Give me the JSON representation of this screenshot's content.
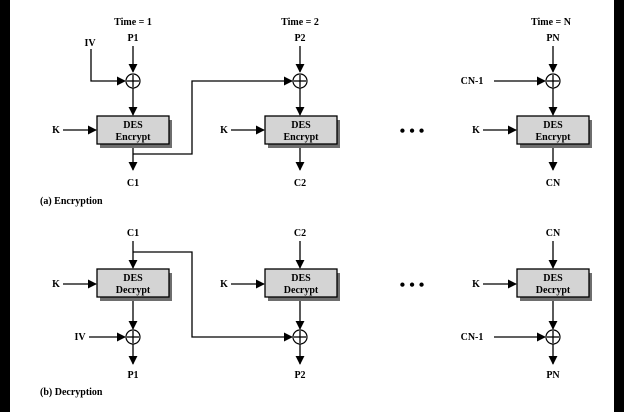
{
  "encryption": {
    "times": [
      "Time = 1",
      "Time = 2",
      "Time = N"
    ],
    "plaintext": [
      "P1",
      "P2",
      "PN"
    ],
    "ciphertext": [
      "C1",
      "C2",
      "CN"
    ],
    "iv": "IV",
    "prev_cipher": "CN-1",
    "key": "K",
    "block_line1": "DES",
    "block_line2": "Encrypt",
    "caption": "(a) Encryption"
  },
  "decryption": {
    "ciphertext": [
      "C1",
      "C2",
      "CN"
    ],
    "plaintext": [
      "P1",
      "P2",
      "PN"
    ],
    "iv": "IV",
    "prev_cipher": "CN-1",
    "key": "K",
    "block_line1": "DES",
    "block_line2": "Decrypt",
    "caption": "(b) Decryption"
  },
  "ellipsis": "• • •"
}
